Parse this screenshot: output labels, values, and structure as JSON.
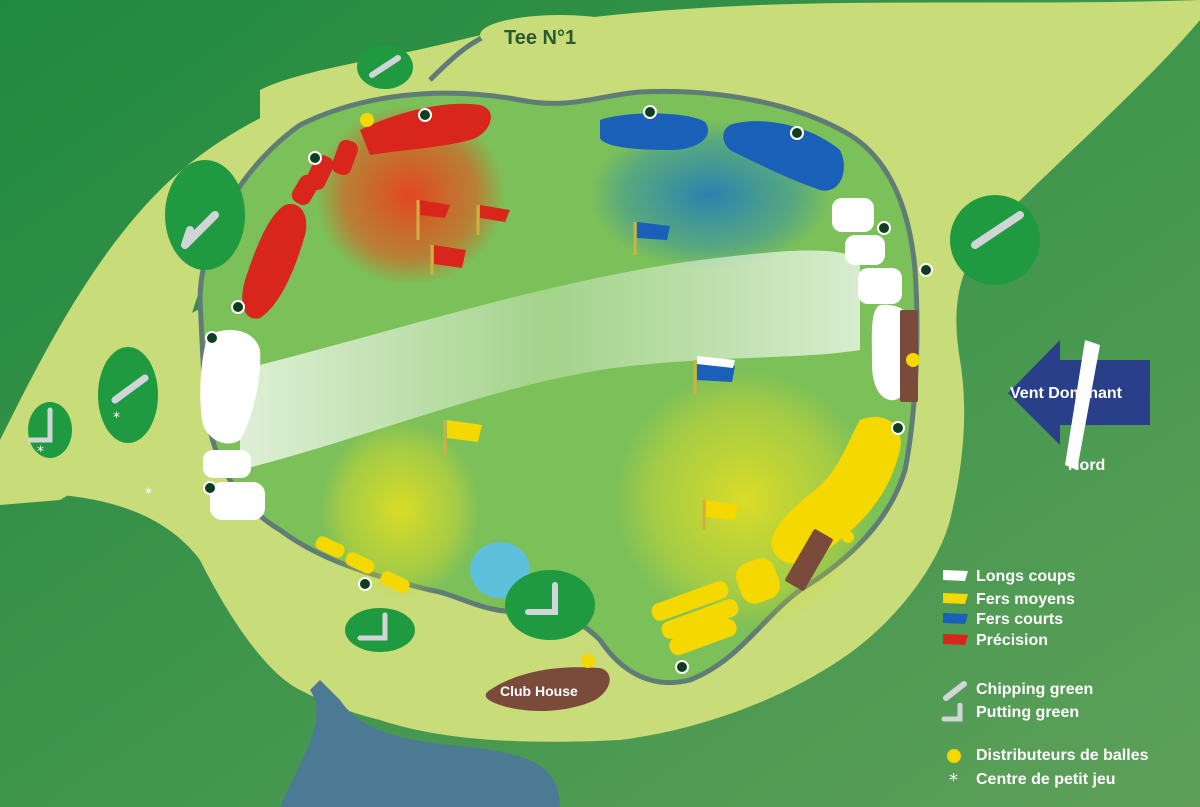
{
  "map": {
    "tee_label": "Tee N°1",
    "clubhouse_label": "Club House",
    "wind_label": "Vent Dominant",
    "north_label": "Nord"
  },
  "legend": {
    "items": [
      {
        "label": "Longs coups",
        "icon": "flag-white-icon",
        "color": "#ffffff"
      },
      {
        "label": "Fers moyens",
        "icon": "flag-yellow-icon",
        "color": "#f5d800"
      },
      {
        "label": "Fers courts",
        "icon": "flag-blue-icon",
        "color": "#1a5fb8"
      },
      {
        "label": "Précision",
        "icon": "flag-red-icon",
        "color": "#d9261c"
      },
      {
        "label": "Chipping green",
        "icon": "chipping-iron-icon"
      },
      {
        "label": "Putting green",
        "icon": "putter-icon"
      },
      {
        "label": "Distributeurs de balles",
        "icon": "ball-dispenser-icon",
        "color": "#f5d800"
      },
      {
        "label": "Centre de petit jeu",
        "icon": "short-game-center-icon"
      }
    ]
  },
  "colors": {
    "background": "#3f8f48",
    "rough": "#c8dc7a",
    "fairway": "#7cc059",
    "path": "#5f7d76",
    "water": "#4c7a95",
    "clubhouse": "#7a4a3a",
    "long_shots": "#ffffff",
    "mid_irons": "#f5d800",
    "short_irons": "#1a5fb8",
    "precision": "#d9261c",
    "ball_dispenser": "#f5d800"
  }
}
